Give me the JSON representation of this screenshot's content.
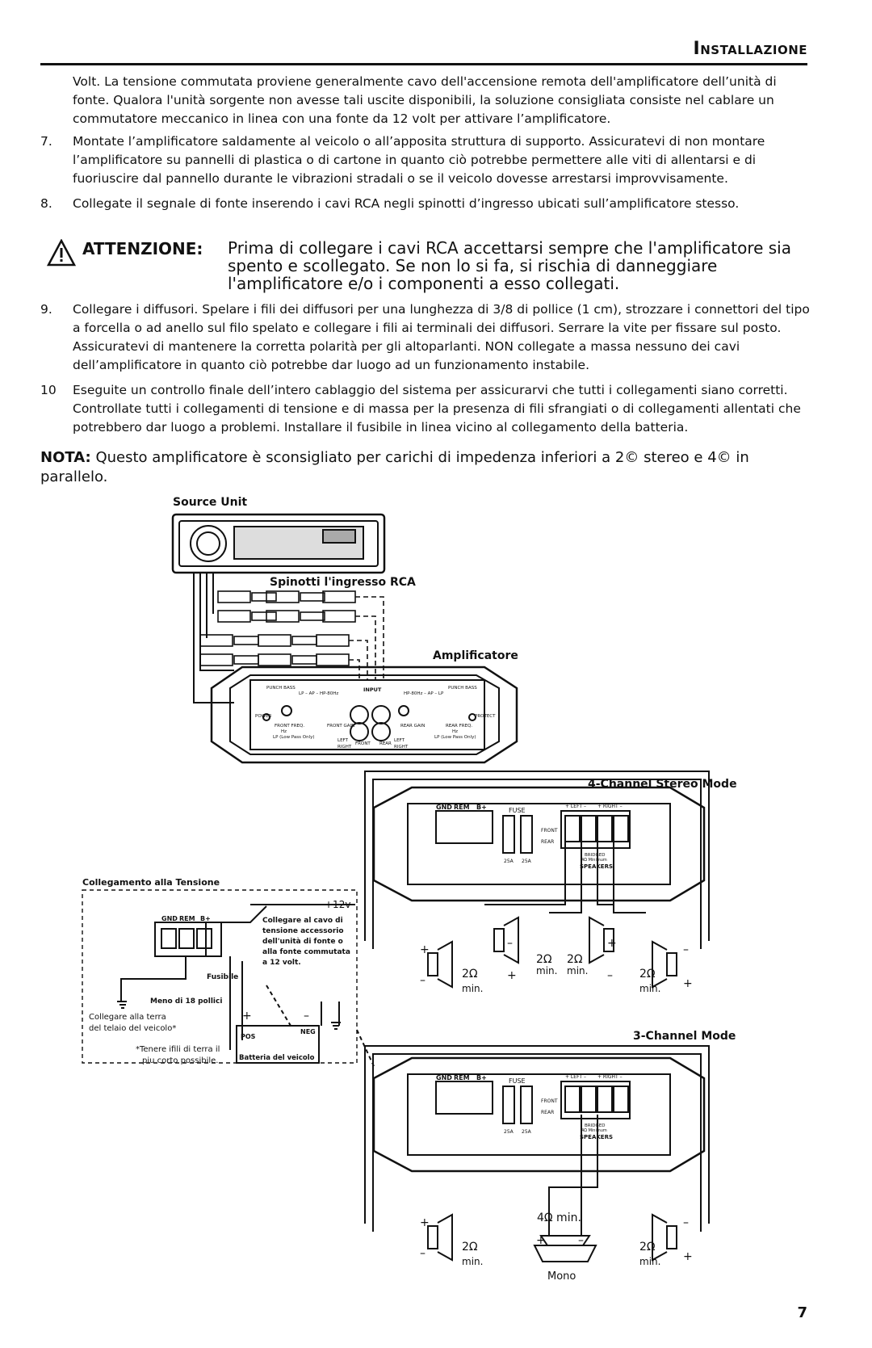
{
  "header": {
    "title": "Installazione"
  },
  "paragraphs": {
    "p_intro": "Volt. La tensione commutata proviene generalmente cavo dell'accensione remota dell'amplificatore dell’unità di fonte. Qualora l'unità sorgente non avesse tali uscite disponibili, la soluzione consigliata consiste nel cablare un commutatore meccanico in linea con una fonte da 12 volt per attivare l’amplificatore.",
    "n7": "7.",
    "p7": "Montate l’amplificatore saldamente al veicolo o all’apposita struttura di supporto. Assicuratevi di non montare l’amplificatore su pannelli di plastica o di cartone in quanto ciò potrebbe permettere alle viti di allentarsi e di fuoriuscire dal pannello durante le vibrazioni stradali o se il veicolo dovesse arrestarsi improvvisamente.",
    "n8": "8.",
    "p8": "Collegate il segnale di fonte inserendo i cavi RCA negli spinotti d’ingresso ubicati sull’amplificatore stesso.",
    "n9": "9.",
    "p9": "Collegare i diffusori. Spelare i fili dei diffusori per una lunghezza di 3/8 di pollice (1 cm), strozzare i connettori del tipo a forcella o ad anello sul filo spelato e collegare i fili ai terminali dei diffusori. Serrare la vite per fissare sul posto. Assicuratevi di mantenere la corretta polarità per gli altoparlanti. NON collegate a massa nessuno dei cavi dell’amplificatore in quanto ciò potrebbe dar luogo ad un funzionamento instabile.",
    "n10": "10",
    "p10": "Eseguite un controllo finale dell’intero cablaggio del sistema per assicurarvi che tutti i collegamenti siano corretti. Controllate tutti i collegamenti di tensione e di massa per la presenza di fili sfrangiati o di collegamenti allentati che potrebbero dar luogo a problemi. Installare il fusibile in linea vicino al collegamento della batteria."
  },
  "warning": {
    "label": "ATTENZIONE:",
    "text": "Prima di collegare i cavi RCA accettarsi sempre che l'amplificatore sia spento e scollegato. Se non lo si fa, si rischia di danneggiare l'amplificatore e/o i componenti a esso collegati."
  },
  "nota": {
    "label": "NOTA:",
    "text": "Questo amplificatore è sconsigliato per carichi di impedenza inferiori a 2© stereo e 4© in parallelo."
  },
  "diagram": {
    "source_unit": "Source Unit",
    "rca_label": "Spinotti l'ingresso RCA",
    "amp_label": "Amplificatore",
    "amp_panel": {
      "punch_bass_l": "PUNCH BASS",
      "punch_bass_r": "PUNCH BASS",
      "input": "INPUT",
      "power": "POWER",
      "protect": "PROTECT",
      "front_freq": "FRONT FREQ.",
      "front_gain": "FRONT GAIN",
      "rear_gain": "REAR GAIN",
      "rear_freq": "REAR FREQ.",
      "lp_l": "LP (Low Pass Only)",
      "lp_r": "LP (Low Pass Only)",
      "hz_l": "Hz",
      "hz_r": "Hz",
      "left": "LEFT",
      "right": "RIGHT",
      "front": "FRONT",
      "rear": "REAR",
      "left2": "LEFT",
      "right2": "RIGHT",
      "lp_ap_hp_l": "LP – AP – HP-80Hz",
      "lp_ap_hp_r": "HP-80Hz – AP – LP"
    },
    "four_ch_title": "4-Channel Stereo Mode",
    "three_ch_title": "3-Channel Mode",
    "term": {
      "gnd": "GND",
      "rem": "REM",
      "bplus": "B+",
      "fuse": "FUSE",
      "left": "+ LEFT –",
      "right": "+ RIGHT –",
      "front": "FRONT",
      "rear": "REAR",
      "bridged": "BRIDGED",
      "min_ohm": "4Ω Minimum",
      "speakers": "SPEAKERS",
      "fuse_a": "25A",
      "fuse_b": "25A"
    },
    "power": {
      "title": "Collegamento alla Tensione",
      "v12": "+12v",
      "gnd": "GND",
      "rem": "REM",
      "bplus": "B+",
      "remote_note_1": "Collegare al cavo di",
      "remote_note_2": "tensione accessorio",
      "remote_note_3": "dell'unità di fonte o",
      "remote_note_4": "alla fonte commutata",
      "remote_note_5": "a 12 volt.",
      "fuse": "Fusibile",
      "meno": "Meno di 18 pollici",
      "ground_1": "Collegare alla terra",
      "ground_2": "del telaio del veicolo*",
      "note_1": "*Tenere ifili di terra il",
      "note_2": "piu corto possibile.",
      "pos": "POS",
      "neg": "NEG",
      "plus": "+",
      "minus": "–",
      "battery": "Batteria del veicolo"
    },
    "spk": {
      "ohm2": "2Ω",
      "min": "min.",
      "ohm4min": "4Ω  min.",
      "mono": "Mono",
      "plus": "+",
      "minus": "–"
    }
  },
  "page_number": "7"
}
